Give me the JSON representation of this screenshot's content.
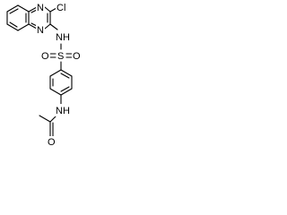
{
  "molecule": {
    "atoms": {
      "n_ring_top": "N",
      "cl": "Cl",
      "n_ring_bottom": "N",
      "nh_sulfonamide": "NH",
      "o_left": "O",
      "s": "S",
      "o_right": "O",
      "nh_amide": "NH",
      "o_carbonyl": "O"
    }
  }
}
